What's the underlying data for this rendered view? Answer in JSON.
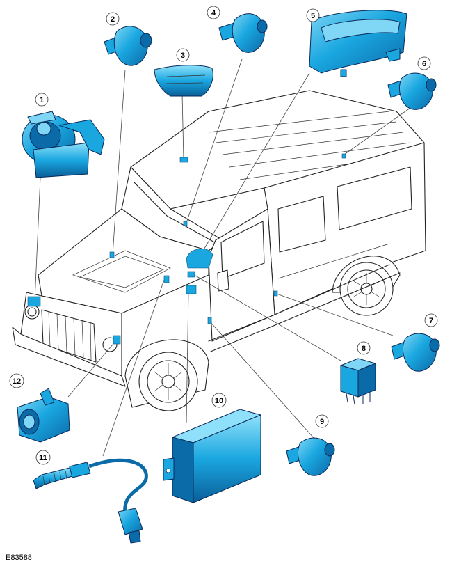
{
  "figure": {
    "reference_code": "E83588",
    "callouts": [
      "1",
      "2",
      "3",
      "4",
      "5",
      "6",
      "7",
      "8",
      "9",
      "10",
      "11",
      "12"
    ]
  },
  "colors": {
    "component_fill": "#1aa7e0",
    "component_dark": "#0b6aa8",
    "component_light": "#7fd6f5",
    "outline": "#222222",
    "background": "#ffffff"
  }
}
